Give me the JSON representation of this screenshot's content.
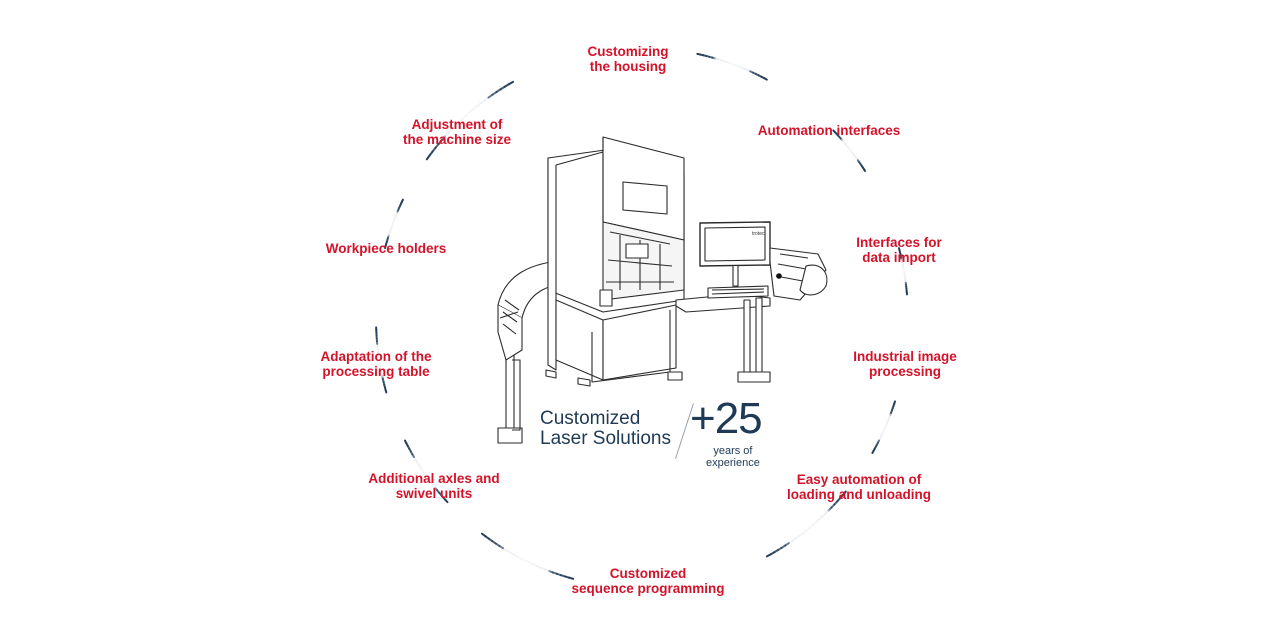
{
  "features": [
    {
      "id": "housing",
      "lines": [
        "Customizing",
        "the housing"
      ]
    },
    {
      "id": "automation-interfaces",
      "lines": [
        "Automation interfaces"
      ]
    },
    {
      "id": "data-import",
      "lines": [
        "Interfaces for",
        "data import"
      ]
    },
    {
      "id": "image-processing",
      "lines": [
        "Industrial image",
        "processing"
      ]
    },
    {
      "id": "loading",
      "lines": [
        "Easy automation of",
        "loading and unloading"
      ]
    },
    {
      "id": "sequence-programming",
      "lines": [
        "Customized",
        "sequence programming"
      ]
    },
    {
      "id": "axles",
      "lines": [
        "Additional axles and",
        "swivel units"
      ]
    },
    {
      "id": "processing-table",
      "lines": [
        "Adaptation of the",
        "processing table"
      ]
    },
    {
      "id": "workpiece-holders",
      "lines": [
        "Workpiece holders"
      ]
    },
    {
      "id": "machine-size",
      "lines": [
        "Adjustment of",
        "the machine size"
      ]
    }
  ],
  "headline": {
    "line1": "Customized",
    "line2": "Laser Solutions"
  },
  "experience": {
    "value": "+25",
    "caption_line1": "years of",
    "caption_line2": "experience"
  },
  "monitor_brand": "trotec",
  "colors": {
    "label_red": "#d3132a",
    "navy": "#1f3a56",
    "ring_dark": "#1f3a56",
    "ring_light": "#e3e8ee"
  }
}
